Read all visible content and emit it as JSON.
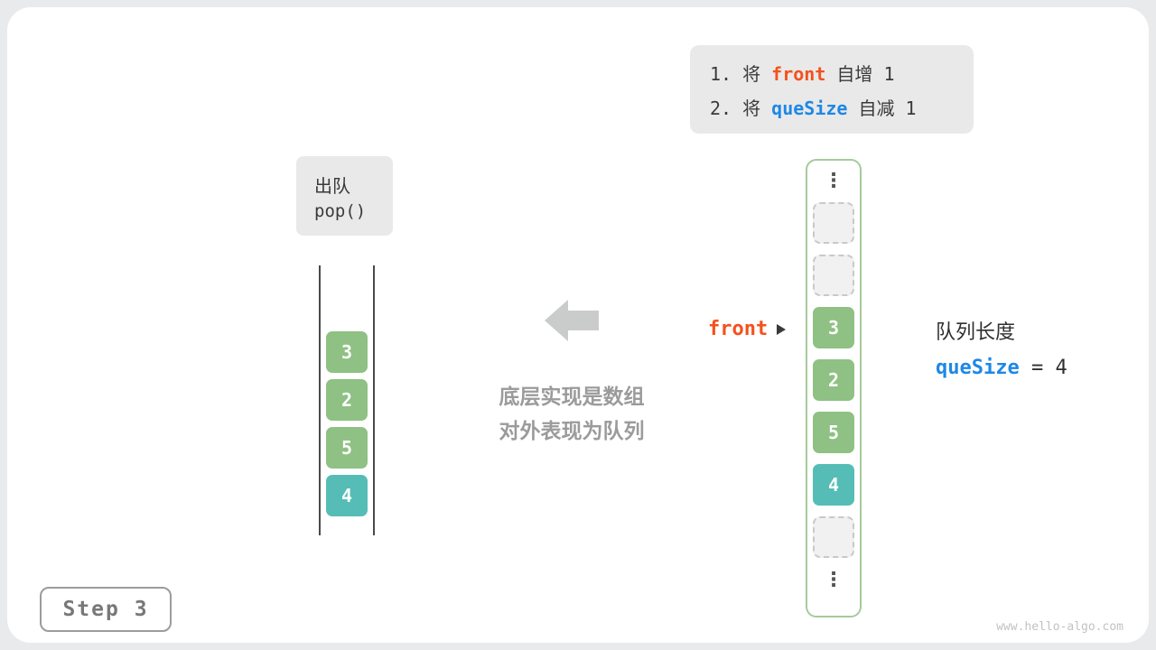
{
  "instruction_box": {
    "line1": {
      "pre": "1. 将 ",
      "code": "front",
      "post": " 自增 1"
    },
    "line2": {
      "pre": "2. 将 ",
      "code": "queSize",
      "post": " 自减 1"
    }
  },
  "operation_box": {
    "title": "出队",
    "code": "pop()"
  },
  "queue_stack": {
    "cells": [
      {
        "value": "3"
      },
      {
        "value": "2"
      },
      {
        "value": "5"
      },
      {
        "value": "4"
      }
    ]
  },
  "caption": {
    "line1": "底层实现是数组",
    "line2": "对外表现为队列"
  },
  "front_pointer": {
    "label": "front"
  },
  "array_column": {
    "top_ellipsis": "⋮",
    "bottom_ellipsis": "⋮",
    "cells": [
      {
        "type": "empty"
      },
      {
        "type": "empty"
      },
      {
        "type": "filled",
        "value": "3"
      },
      {
        "type": "filled",
        "value": "2"
      },
      {
        "type": "filled",
        "value": "5"
      },
      {
        "type": "filled",
        "value": "4"
      },
      {
        "type": "empty"
      }
    ]
  },
  "queue_length": {
    "label": "队列长度",
    "var": "queSize",
    "rest": " = 4"
  },
  "step_box": {
    "label": "Step 3"
  },
  "watermark": "www.hello-algo.com",
  "colors": {
    "green": "#8EC183",
    "teal": "#56BDB6",
    "orange": "#F4511E",
    "blue": "#1E88E5"
  }
}
